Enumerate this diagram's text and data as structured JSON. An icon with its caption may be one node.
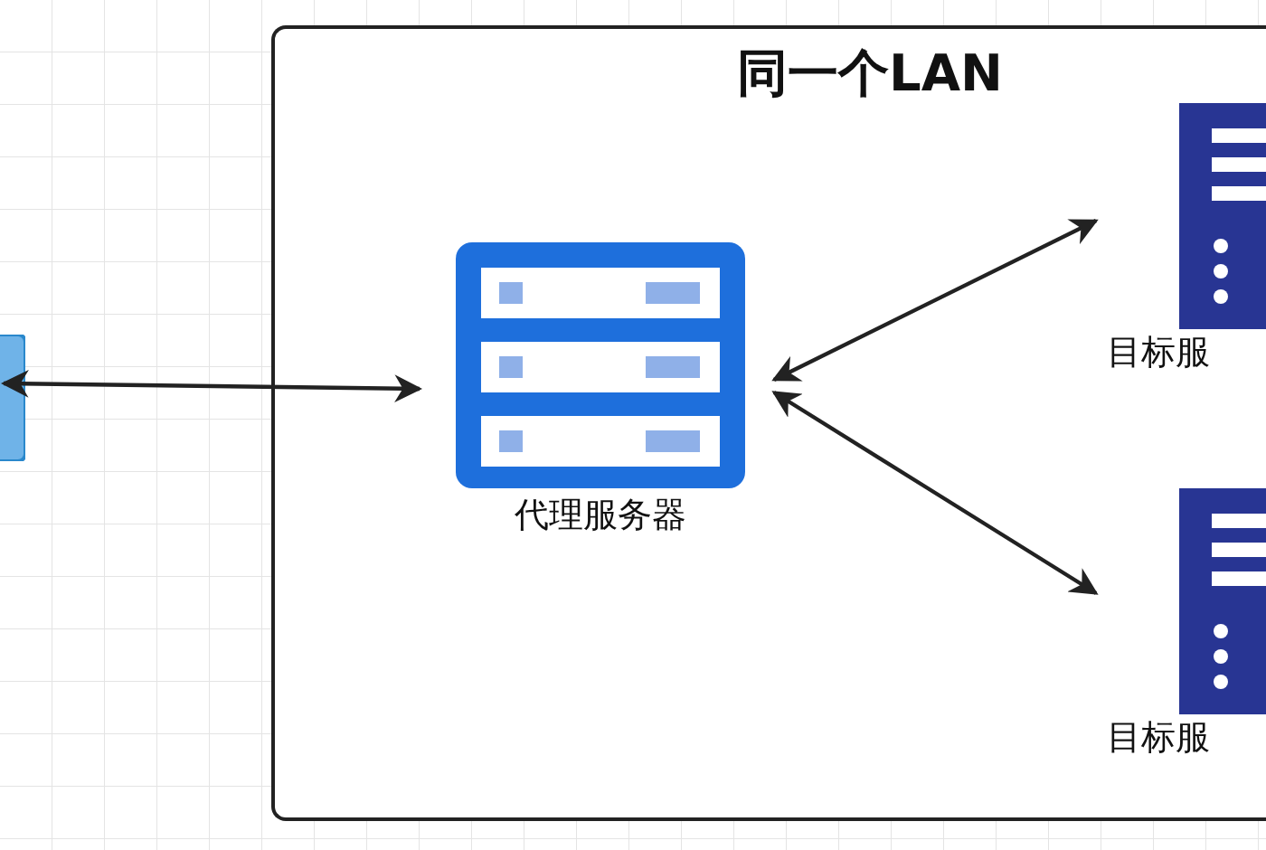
{
  "diagram": {
    "nodes": [
      {
        "text": [
          "同一个LAN"
        ]
      },
      {
        "text": [],
        "shape": "box"
      },
      {
        "text": [
          "代理服务器"
        ],
        "in": 0
      },
      {
        "text": [
          "目标服"
        ],
        "in": 0
      },
      {
        "text": [
          "目标服"
        ],
        "in": 0
      }
    ],
    "edges": [
      {
        "from": 1,
        "to": 2,
        "arrow": "both"
      },
      {
        "from": 2,
        "to": 3,
        "arrow": "both"
      },
      {
        "from": 2,
        "to": 4,
        "arrow": "both"
      }
    ]
  }
}
